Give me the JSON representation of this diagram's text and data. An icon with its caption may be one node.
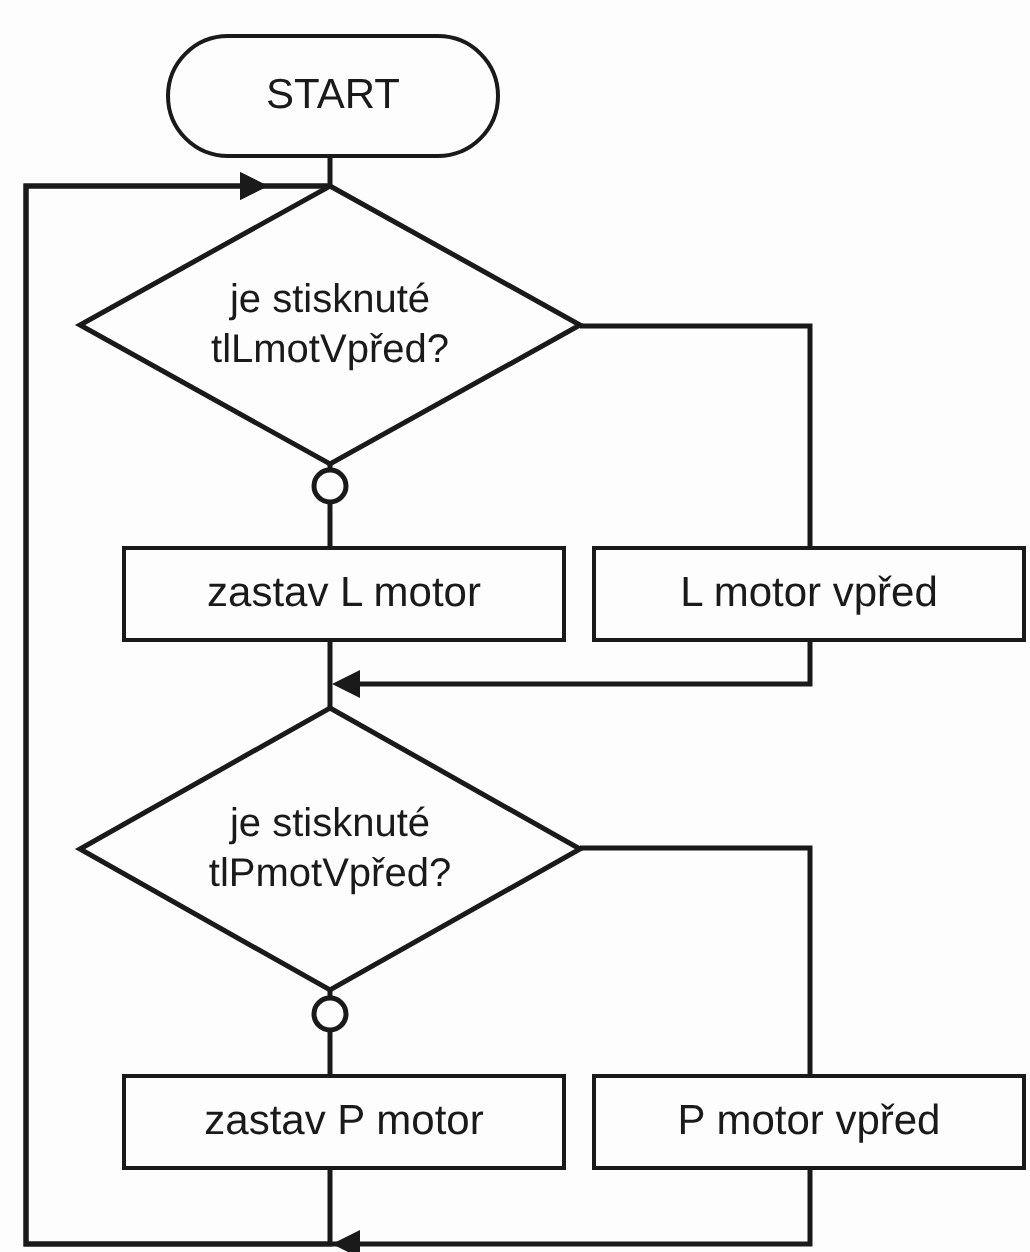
{
  "diagram": {
    "nodes": [
      {
        "text": [
          "START"
        ]
      },
      {
        "text": [
          "je stisknuté tlLmotVpřed?"
        ]
      },
      {
        "text": [
          "zastav L motor"
        ]
      },
      {
        "text": [
          "L motor vpřed"
        ]
      },
      {
        "text": [
          "je stisknuté tlPmotVpřed?"
        ]
      },
      {
        "text": [
          "zastav P motor"
        ]
      },
      {
        "text": [
          "P motor vpřed"
        ]
      }
    ],
    "edges": [
      {
        "from": 0,
        "to": 1,
        "arrow": "none"
      },
      {
        "from": 1,
        "to": 2,
        "arrow": "other"
      },
      {
        "from": 1,
        "to": 3,
        "arrow": "none"
      },
      {
        "from": 2,
        "to": 4,
        "arrow": "none"
      },
      {
        "from": 3,
        "to": 4,
        "arrow": "to"
      },
      {
        "from": 4,
        "to": 5,
        "arrow": "other"
      },
      {
        "from": 4,
        "to": 6,
        "arrow": "none"
      },
      {
        "from": 5,
        "to": 1,
        "arrow": "to"
      },
      {
        "from": 6,
        "to": 1,
        "arrow": "to"
      }
    ]
  }
}
